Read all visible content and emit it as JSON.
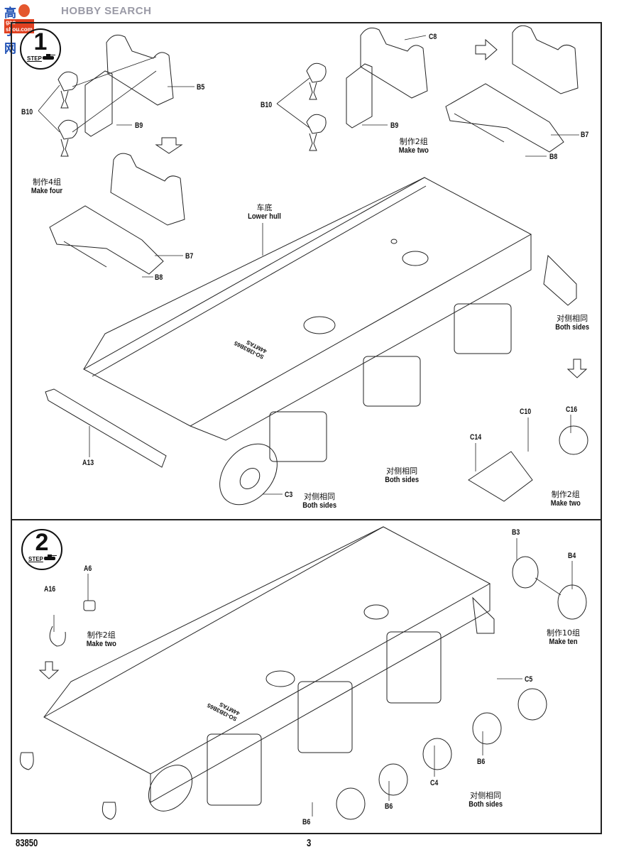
{
  "watermark": {
    "cn_name": "高手网",
    "brand": "HOBBY SEARCH",
    "url": "gao-shou.com"
  },
  "steps": [
    {
      "number": "1",
      "step_label": "STEP",
      "part_labels": [
        "B10",
        "B5",
        "B9",
        "C8",
        "B10",
        "B9",
        "B7",
        "B8",
        "B7",
        "B8",
        "A13",
        "C3",
        "C14",
        "C10",
        "C16"
      ],
      "notes": [
        {
          "id": "make-four",
          "cn": "制作4组",
          "en": "Make four"
        },
        {
          "id": "make-two-a",
          "cn": "制作2组",
          "en": "Make two"
        },
        {
          "id": "lower-hull",
          "cn": "车底",
          "en": "Lower hull"
        },
        {
          "id": "both-sides-a",
          "cn": "对侧相同",
          "en": "Both sides"
        },
        {
          "id": "both-sides-b",
          "cn": "对侧相同",
          "en": "Both sides"
        },
        {
          "id": "both-sides-c",
          "cn": "对侧相同",
          "en": "Both sides"
        },
        {
          "id": "make-two-b",
          "cn": "制作2组",
          "en": "Make two"
        }
      ],
      "hull_marking": "SO-I3B3B65\n44MTAS"
    },
    {
      "number": "2",
      "step_label": "STEP",
      "part_labels": [
        "A6",
        "A16",
        "B3",
        "B4",
        "C5",
        "B6",
        "C4",
        "B6",
        "B6"
      ],
      "notes": [
        {
          "id": "make-two",
          "cn": "制作2组",
          "en": "Make two"
        },
        {
          "id": "make-ten",
          "cn": "制作10组",
          "en": "Make ten"
        },
        {
          "id": "both-sides",
          "cn": "对侧相同",
          "en": "Both sides"
        }
      ],
      "hull_marking": "SO-I3B3B65\n44MTAS"
    }
  ],
  "footer": {
    "kit_number": "83850",
    "page_number": "3"
  }
}
